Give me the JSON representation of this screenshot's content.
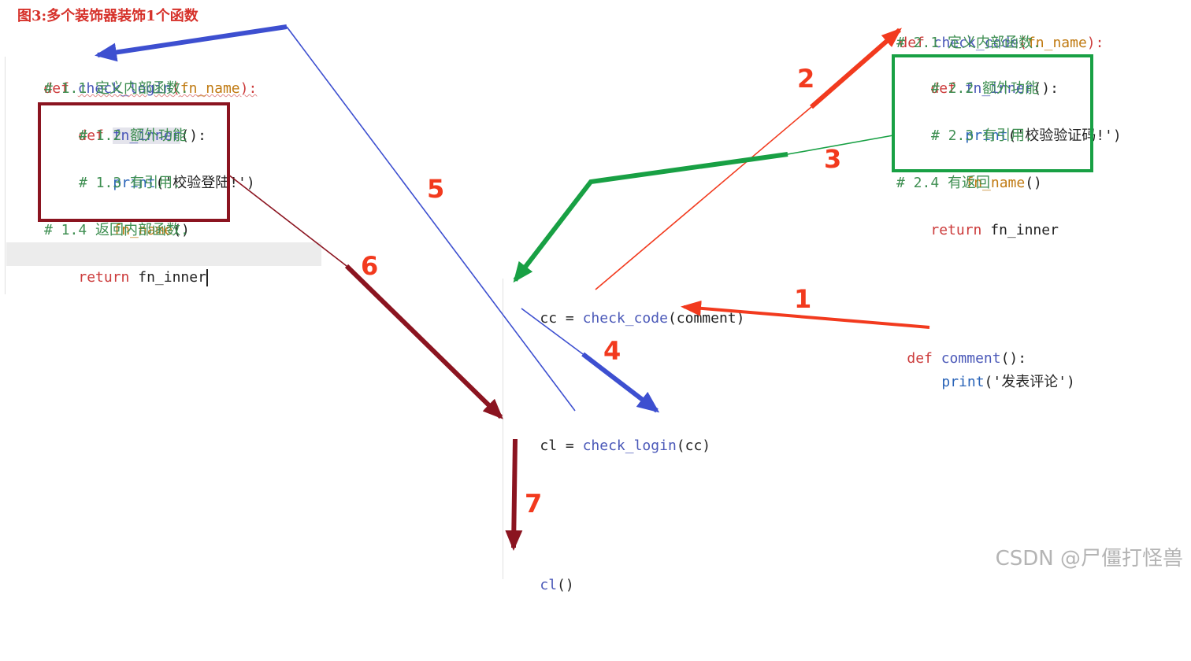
{
  "title": "图3:多个装饰器装饰1个函数",
  "check_login": {
    "def_kw": "def",
    "name": "check_login",
    "open": "(",
    "param": "fn_name",
    "close": "):",
    "c11": "# 1.1 定义内部函数.",
    "inner_def": "def",
    "inner_name": "fn_inner",
    "inner_tail": "():",
    "c12": "# 1.2 额外功能",
    "print_kw": "print",
    "print_str": "('校验登陆!')",
    "c13": "# 1.3 有引用.",
    "call_name": "fn_name",
    "call_tail": "()",
    "c14": "# 1.4 返回内部函数.",
    "ret_kw": "return",
    "ret_val": "fn_inner"
  },
  "check_code": {
    "def_kw": "def",
    "name": "check_code",
    "open": "(",
    "param": "fn_name",
    "close": "):",
    "c21": "# 2.1 定义内部函数.",
    "inner_def": "def",
    "inner_name": "fn_inner",
    "inner_tail": "():",
    "c22": "# 2.2 额外功能",
    "print_kw": "print",
    "print_str": "('校验验证码!')",
    "c23": "# 2.3 有引用.",
    "call_name": "fn_name",
    "call_tail": "()",
    "c24": "# 2.4 有返回",
    "ret_kw": "return",
    "ret_val": "fn_inner"
  },
  "comment": {
    "def_kw": "def",
    "name": "comment",
    "tail": "():",
    "print_kw": "print",
    "print_str": "('发表评论')"
  },
  "cc_line": {
    "var": "cc",
    "eq": "=",
    "fn": "check_code",
    "args": "(comment)"
  },
  "cl_line": {
    "var": "cl",
    "eq": "=",
    "fn": "check_login",
    "args": "(cc)"
  },
  "call_line": {
    "fn": "cl",
    "args": "()"
  },
  "steps": {
    "s1": "1",
    "s2": "2",
    "s3": "3",
    "s4": "4",
    "s5": "5",
    "s6": "6",
    "s7": "7"
  },
  "colors": {
    "red": "#f23a1e",
    "green": "#18a044",
    "blue": "#3d4fd0",
    "darkred": "#8b1420"
  },
  "watermark": "CSDN @尸僵打怪兽"
}
